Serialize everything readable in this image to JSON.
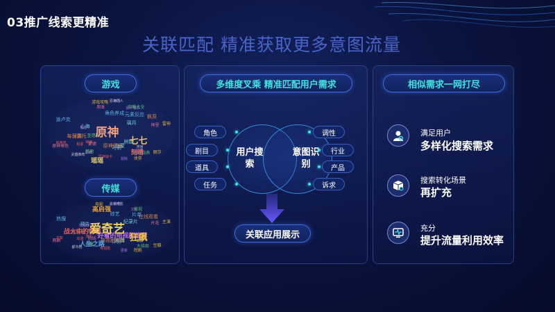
{
  "slide": {
    "title": "03推广线索更精准"
  },
  "heading": "关联匹配 精准获取更多意图流量",
  "panel1": {
    "pill_games": "游戏",
    "pill_media": "传媒",
    "cloud_games": {
      "big": [
        "原神",
        "七七"
      ],
      "medium": [
        "瑶瑶",
        "刻晴"
      ],
      "small": [
        "原神抽卡",
        "游戏攻略",
        "角色养成",
        "新手",
        "圣遗物",
        "深渊",
        "武器推荐",
        "原神角色",
        "派蒙",
        "钟离",
        "雷神",
        "可莉",
        "胡桃",
        "甘雨",
        "枫原",
        "宵宫",
        "神里",
        "心海",
        "纳西妲",
        "丽莎",
        "迪卢克",
        "温迪",
        "七七培养",
        "原神壁纸",
        "原神同人",
        "蒙德",
        "璃月",
        "稻妻",
        "须弥",
        "元素反应",
        "抽卡模拟",
        "攻略大全",
        "每日委托",
        "原石",
        "周本",
        "树脂"
      ]
    },
    "cloud_media": {
      "big": [
        "爱奇艺",
        "狂飙"
      ],
      "medium": [
        "战火中的青春",
        "人生之路",
        "高启强",
        "好看的电视剧推荐"
      ],
      "small": [
        "电视剧",
        "电影",
        "综艺",
        "追剧",
        "热播剧",
        "古装剧",
        "都市剧",
        "网剧",
        "剧情",
        "演员",
        "主演",
        "评分",
        "更新",
        "全集",
        "在线观看",
        "高清",
        "片花",
        "预告",
        "花絮",
        "豆瓣",
        "热搜",
        "收视率",
        "大结局",
        "电视剧推荐",
        "最新电影",
        "院线",
        "纪录片",
        "动漫",
        "短剧",
        "片单",
        "文化",
        "影视"
      ]
    }
  },
  "panel2": {
    "title": "多维度叉乘 精准匹配用户需求",
    "circle_left": "用户搜索",
    "circle_right": "意图识别",
    "left_tags": [
      "角色",
      "剧目",
      "道具",
      "任务"
    ],
    "right_tags": [
      "调性",
      "行业",
      "产品",
      "诉求"
    ],
    "result": "关联应用展示"
  },
  "panel3": {
    "title": "相似需求一网打尽",
    "features": [
      {
        "sub": "满足用户",
        "main": "多样化搜索需求",
        "icon": "user-search-icon"
      },
      {
        "sub": "搜索转化场景",
        "main": "再扩充",
        "icon": "package-search-icon"
      },
      {
        "sub": "充分",
        "main": "提升流量利用效率",
        "icon": "monitor-pulse-icon"
      }
    ]
  },
  "colors": {
    "accent": "#3fe3e0",
    "heading": "#4a63c8",
    "background": "#0b1440",
    "border": "#2b3f85"
  }
}
